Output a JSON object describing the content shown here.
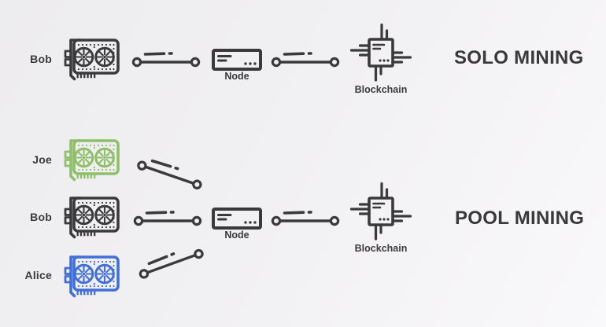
{
  "solo": {
    "title": "SOLO MINING",
    "miner": {
      "label": "Bob"
    },
    "node_label": "Node",
    "blockchain_label": "Blockchain"
  },
  "pool": {
    "title": "POOL MINING",
    "miners": [
      {
        "label": "Joe",
        "color": "#8fbf69"
      },
      {
        "label": "Bob",
        "color": "#3a393b"
      },
      {
        "label": "Alice",
        "color": "#3f6fd7"
      }
    ],
    "node_label": "Node",
    "blockchain_label": "Blockchain"
  },
  "colors": {
    "icon_dark": "#3a393b",
    "miner_green": "#8fbf69",
    "miner_blue": "#3f6fd7",
    "text": "#3a393b",
    "background_start": "#edecee",
    "background_end": "#f9f8fa"
  }
}
